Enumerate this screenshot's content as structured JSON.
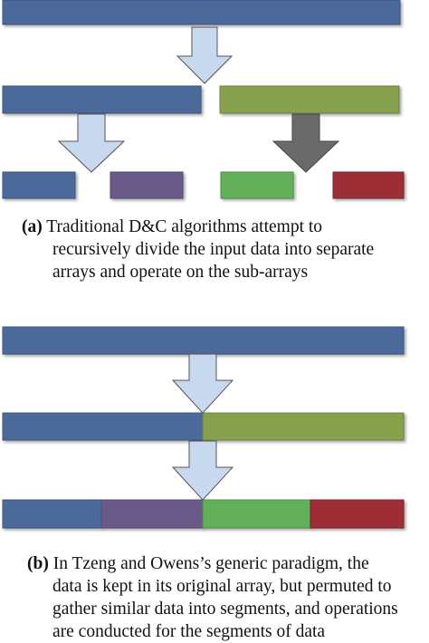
{
  "colors": {
    "blue": "#4b6a9b",
    "green": "#86a04e",
    "purple": "#6a5a8a",
    "bright_green": "#62b05a",
    "red": "#9e2f35",
    "arrow_light": "#c8d9ef",
    "arrow_gray": "#6a6a6a"
  },
  "panel_a": {
    "label": "(a)",
    "caption_lines": [
      "Traditional D&C algorithms attempt to",
      "recursively divide the input data into separate",
      "arrays and operate on the sub-arrays"
    ]
  },
  "panel_b": {
    "label": "(b)",
    "caption_lines": [
      "In Tzeng and Owens’s generic paradigm, the",
      "data is kept in its original array, but permuted to",
      "gather similar data into segments, and operations",
      "are conducted for the segments of data"
    ]
  }
}
